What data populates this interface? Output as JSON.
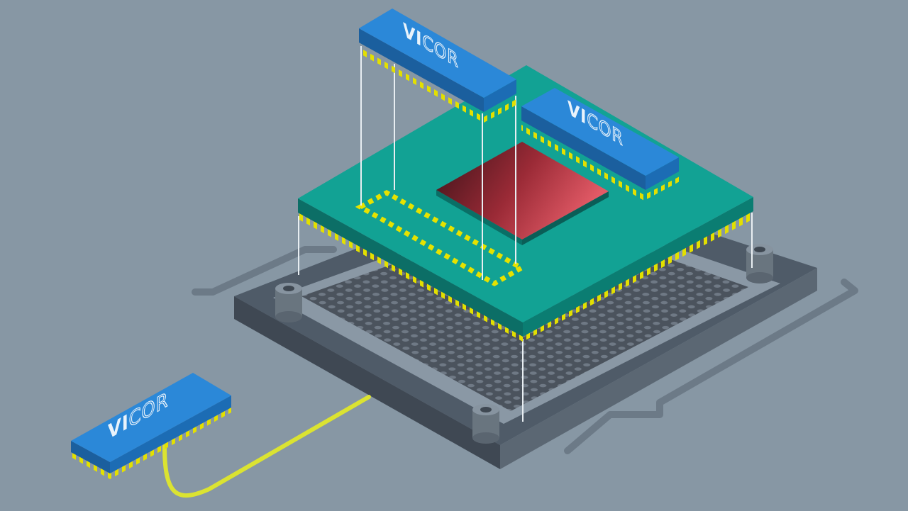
{
  "brand": {
    "bold_part": "VI",
    "light_part": "COR"
  },
  "colors": {
    "background": "#8797a4",
    "board_top": "#0fa295",
    "board_side": "#0b6f66",
    "die": "#c8404f",
    "module_top": "#2b86d6",
    "pins": "#e8e000",
    "socket_frame": "#4d5966",
    "pin_grid": "#4a525c",
    "trace": "#dde535"
  },
  "modules": [
    {
      "id": "top-module",
      "label": "VICOR"
    },
    {
      "id": "right-module",
      "label": "VICOR"
    },
    {
      "id": "remote-module",
      "label": "VICOR"
    }
  ]
}
